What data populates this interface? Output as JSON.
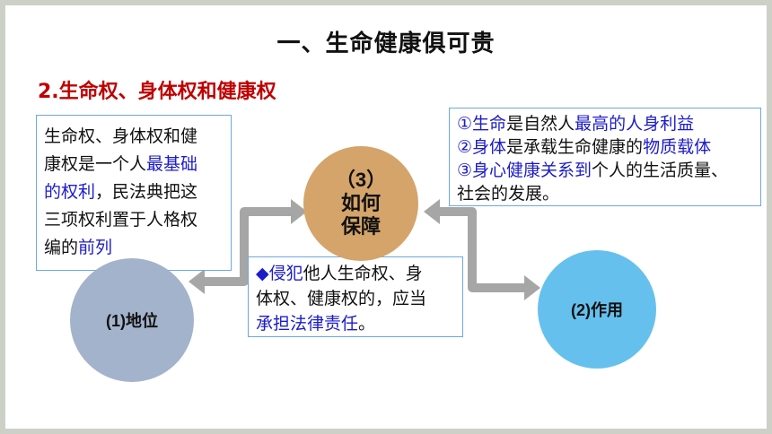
{
  "title": "一、生命健康俱可贵",
  "subtitle": "2.生命权、身体权和健康权",
  "left_box": {
    "lines": [
      [
        {
          "t": "生命权、身体权和健",
          "b": false
        }
      ],
      [
        {
          "t": "康权是一个人",
          "b": false
        },
        {
          "t": "最基础",
          "b": true
        }
      ],
      [
        {
          "t": "的权利",
          "b": true
        },
        {
          "t": "，民法典把这",
          "b": false
        }
      ],
      [
        {
          "t": "三项权利置于人格权",
          "b": false
        }
      ],
      [
        {
          "t": "编的",
          "b": false
        },
        {
          "t": "前列",
          "b": true
        }
      ]
    ]
  },
  "right_box": {
    "lines": [
      [
        {
          "t": "①",
          "b": true
        },
        {
          "t": "生命",
          "b": true
        },
        {
          "t": "是自然人",
          "b": false
        },
        {
          "t": "最高的人身利益",
          "b": true
        }
      ],
      [
        {
          "t": "②身体",
          "b": true
        },
        {
          "t": "是承载生命健康的",
          "b": false
        },
        {
          "t": "物质载体",
          "b": true
        }
      ],
      [
        {
          "t": "③身心健康关系到",
          "b": true
        },
        {
          "t": "个人的生活质量、",
          "b": false
        }
      ],
      [
        {
          "t": "社会的发展。",
          "b": false
        }
      ]
    ]
  },
  "middle_box": {
    "lines": [
      [
        {
          "t": "◆侵犯",
          "b": true
        },
        {
          "t": "他人生命权、身",
          "b": false
        }
      ],
      [
        {
          "t": "体权、健康权的，应当",
          "b": false
        }
      ],
      [
        {
          "t": "承担法律责任",
          "b": true
        },
        {
          "t": "。",
          "b": false
        }
      ]
    ]
  },
  "center_circle": {
    "line1": "（3）",
    "line2": "如何",
    "line3": "保障",
    "color": "#d4a46a"
  },
  "left_circle": {
    "label": "(1)地位",
    "color": "#a3b3cb"
  },
  "right_circle": {
    "label": "(2)作用",
    "color": "#66c0ee"
  },
  "arrow_color": "#a6a6a6"
}
